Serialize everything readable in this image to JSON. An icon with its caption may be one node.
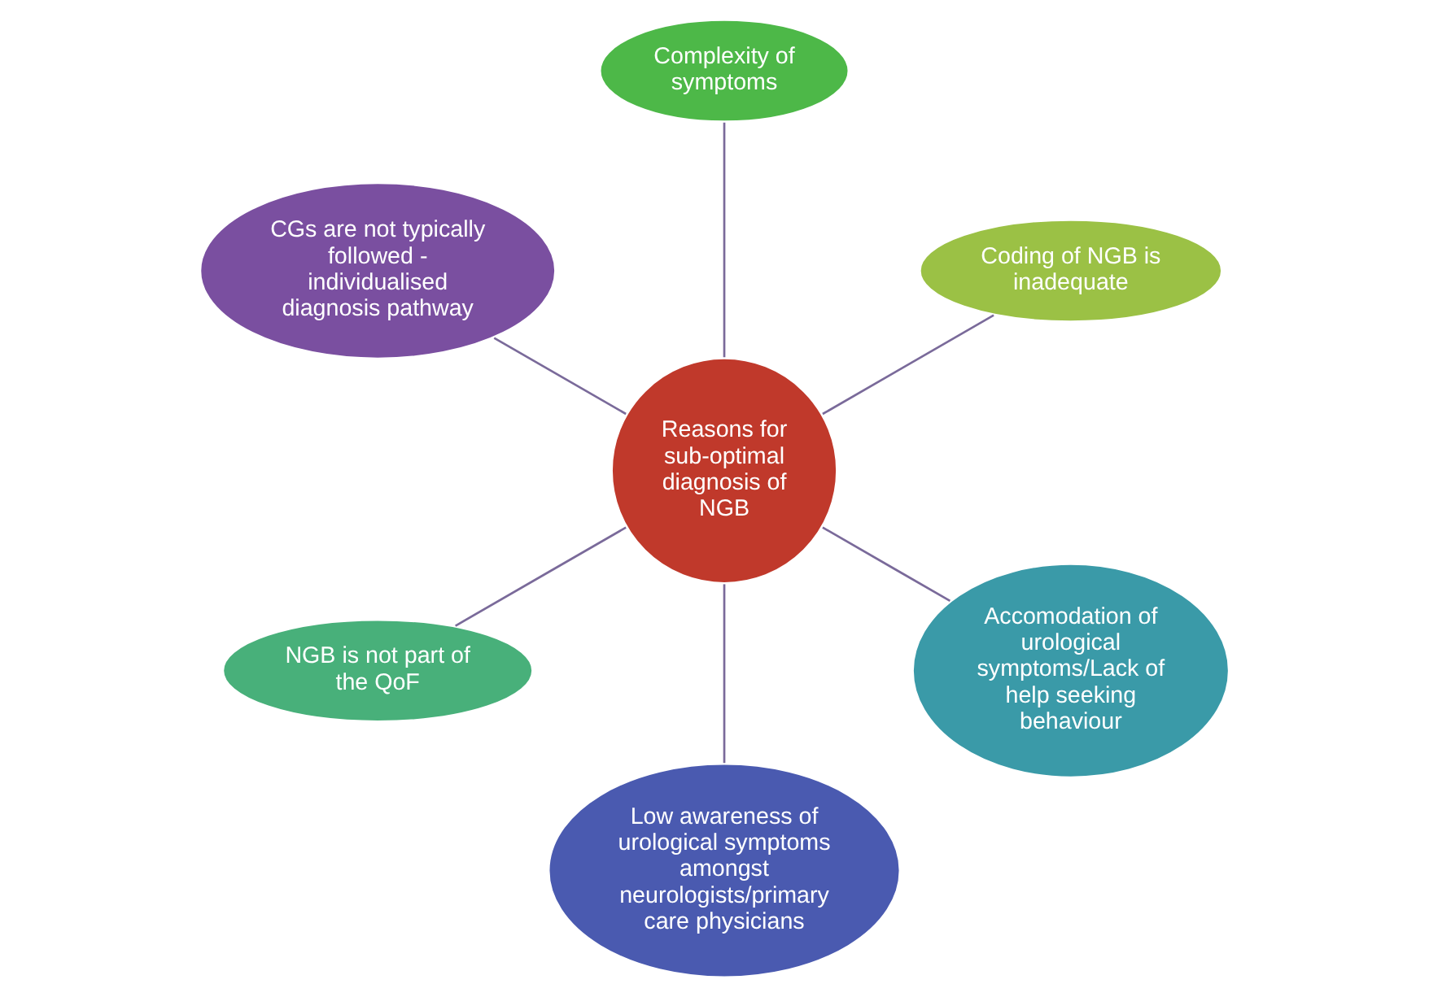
{
  "diagram": {
    "nodes": [
      {
        "text": [
          "Coding of NGB is inadequate"
        ]
      },
      {
        "text": [
          "Complexity of symptoms"
        ]
      },
      {
        "text": [
          "CGs are not typically followed - individualised diagnosis pathway"
        ]
      },
      {
        "text": [
          "Reasons for sub-optimal diagnosis of NGB"
        ]
      },
      {
        "text": [
          "NGB is not part of the QoF"
        ]
      },
      {
        "text": [
          "Low awareness of urological symptoms amongst neurologists/primary care physicians"
        ]
      },
      {
        "text": [
          "Accomodation of urological symptoms/Lack of help seeking behaviour"
        ]
      }
    ],
    "edges": [
      {
        "from": 3,
        "to": 0,
        "arrow": "none"
      },
      {
        "from": 3,
        "to": 1,
        "arrow": "none"
      },
      {
        "from": 3,
        "to": 2,
        "arrow": "none"
      },
      {
        "from": 3,
        "to": 4,
        "arrow": "none"
      },
      {
        "from": 3,
        "to": 5,
        "arrow": "none"
      },
      {
        "from": 3,
        "to": 6,
        "arrow": "none"
      }
    ]
  }
}
